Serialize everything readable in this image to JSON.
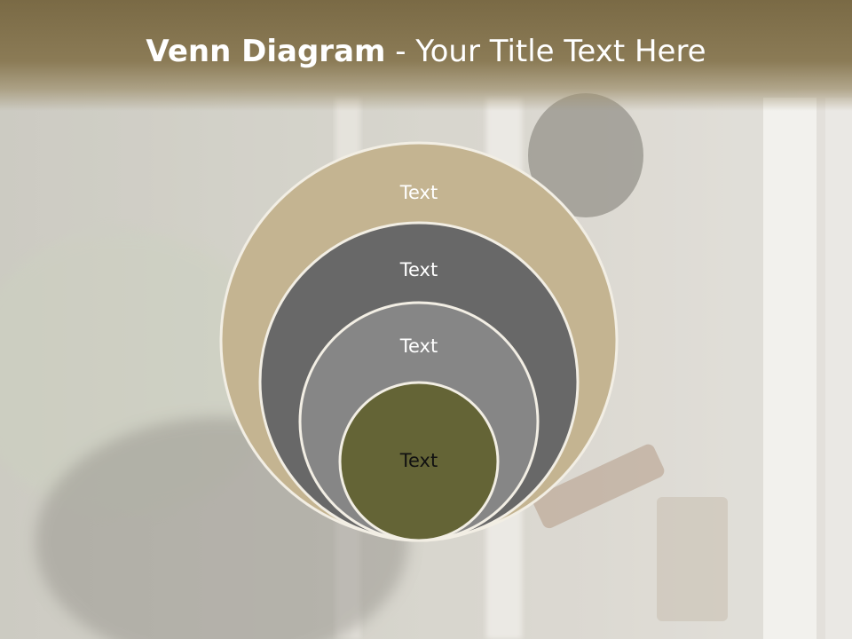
{
  "slide": {
    "title_bold": "Venn Diagram",
    "title_rest": " - Your Title Text Here"
  },
  "diagram": {
    "circles": [
      {
        "label": "Text",
        "fill": "#c4b491",
        "label_color": "#ffffff"
      },
      {
        "label": "Text",
        "fill": "#686868",
        "label_color": "#ffffff"
      },
      {
        "label": "Text",
        "fill": "#868686",
        "label_color": "#ffffff"
      },
      {
        "label": "Text",
        "fill": "#646436",
        "label_color": "#111111"
      }
    ],
    "outline_color": "#f2eee4"
  },
  "background": {
    "base_color": "#c9c6bb",
    "window_frame_color": "#e6e3dc",
    "figure_color": "#857f72"
  }
}
